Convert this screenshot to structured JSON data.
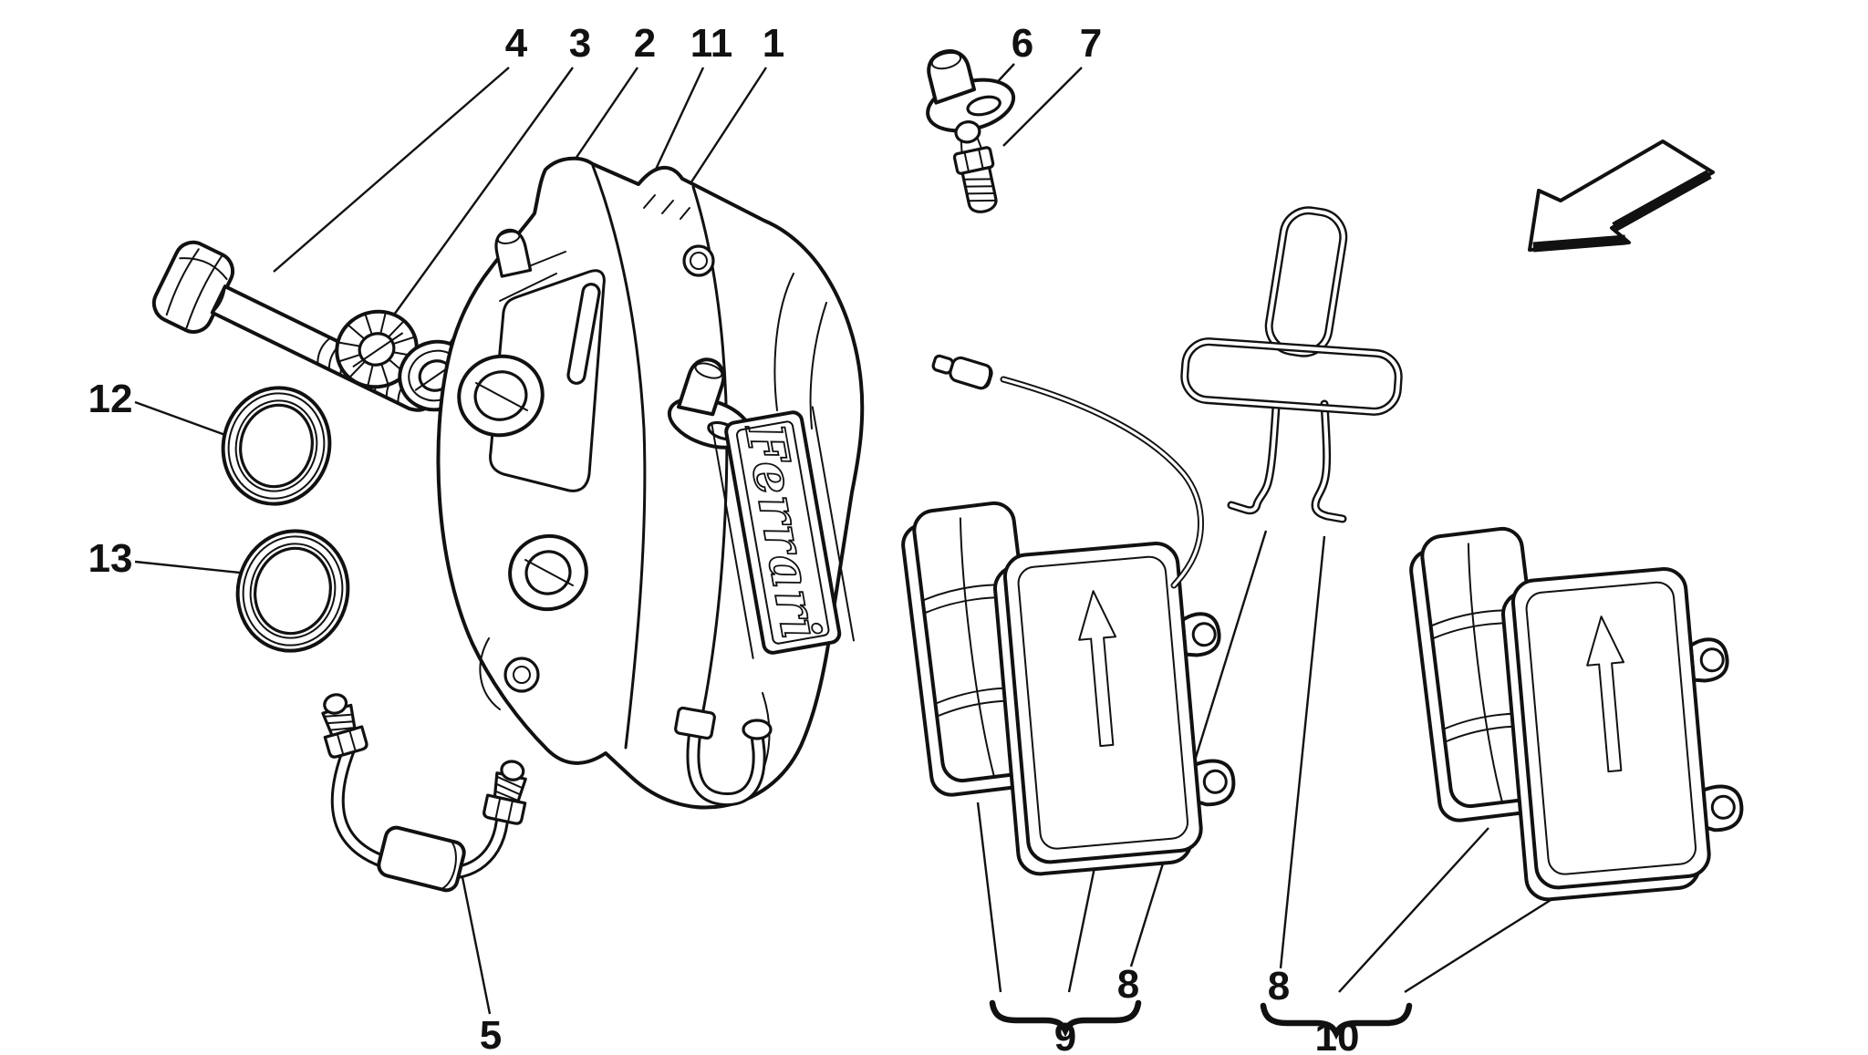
{
  "colors": {
    "line": "#111111",
    "background": "#ffffff"
  },
  "diagram": {
    "logo_text": "Ferrari",
    "callouts": {
      "part1": "1",
      "part2": "2",
      "part3": "3",
      "part4": "4",
      "part5": "5",
      "part6": "6",
      "part7": "7",
      "part8_left": "8",
      "part8_right": "8",
      "part9": "9",
      "part10": "10",
      "part11": "11",
      "part12": "12",
      "part13": "13"
    }
  }
}
